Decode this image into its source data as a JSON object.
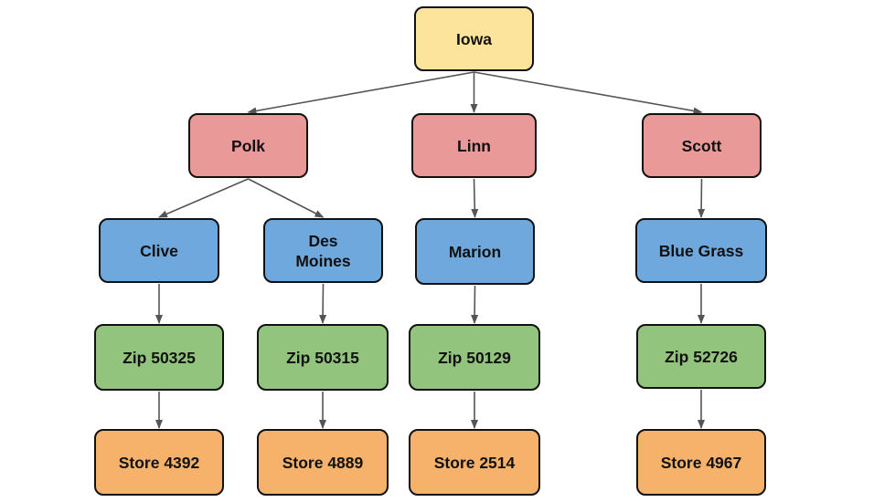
{
  "colors": {
    "state": "#fde49c",
    "county": "#ea9999",
    "city": "#6fa8dc",
    "zip": "#93c47d",
    "store": "#f6b26b",
    "edge": "#555555",
    "border": "#111111"
  },
  "nodes": {
    "iowa": "Iowa",
    "polk": "Polk",
    "linn": "Linn",
    "scott": "Scott",
    "clive": "Clive",
    "desmoines_line1": "Des",
    "desmoines_line2": "Moines",
    "marion": "Marion",
    "bluegrass": "Blue Grass",
    "zip50325": "Zip 50325",
    "zip50315": "Zip 50315",
    "zip50129": "Zip 50129",
    "zip52726": "Zip 52726",
    "store4392": "Store 4392",
    "store4889": "Store 4889",
    "store2514": "Store 2514",
    "store4967": "Store 4967"
  },
  "edges": [
    [
      "iowa",
      "polk"
    ],
    [
      "iowa",
      "linn"
    ],
    [
      "iowa",
      "scott"
    ],
    [
      "polk",
      "clive"
    ],
    [
      "polk",
      "desmoines"
    ],
    [
      "linn",
      "marion"
    ],
    [
      "scott",
      "bluegrass"
    ],
    [
      "clive",
      "zip50325"
    ],
    [
      "desmoines",
      "zip50315"
    ],
    [
      "marion",
      "zip50129"
    ],
    [
      "bluegrass",
      "zip52726"
    ],
    [
      "zip50325",
      "store4392"
    ],
    [
      "zip50315",
      "store4889"
    ],
    [
      "zip50129",
      "store2514"
    ],
    [
      "zip52726",
      "store4967"
    ]
  ]
}
